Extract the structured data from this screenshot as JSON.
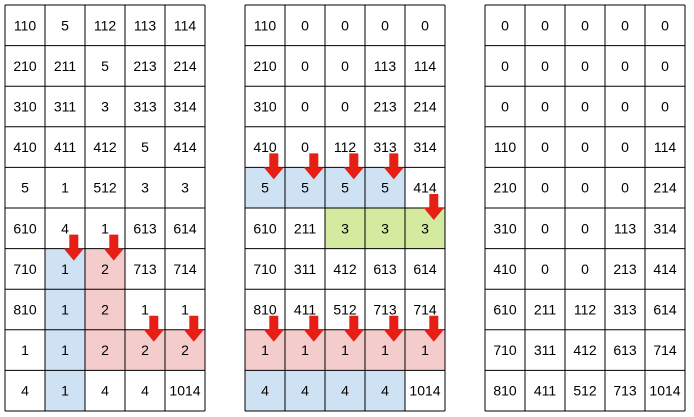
{
  "grids": [
    {
      "name": "left",
      "rows": [
        [
          "110",
          "5",
          "112",
          "113",
          "114"
        ],
        [
          "210",
          "211",
          "5",
          "213",
          "214"
        ],
        [
          "310",
          "311",
          "3",
          "313",
          "314"
        ],
        [
          "410",
          "411",
          "412",
          "5",
          "414"
        ],
        [
          "5",
          "1",
          "512",
          "3",
          "3"
        ],
        [
          "610",
          "4",
          "1",
          "613",
          "614"
        ],
        [
          "710",
          "1",
          "2",
          "713",
          "714"
        ],
        [
          "810",
          "1",
          "2",
          "1",
          "1"
        ],
        [
          "1",
          "1",
          "2",
          "2",
          "2"
        ],
        [
          "4",
          "1",
          "4",
          "4",
          "1014"
        ]
      ],
      "highlights": [
        {
          "row": 6,
          "col": 1,
          "color": "blue"
        },
        {
          "row": 7,
          "col": 1,
          "color": "blue"
        },
        {
          "row": 8,
          "col": 1,
          "color": "blue"
        },
        {
          "row": 9,
          "col": 1,
          "color": "blue"
        },
        {
          "row": 6,
          "col": 2,
          "color": "red"
        },
        {
          "row": 7,
          "col": 2,
          "color": "red"
        },
        {
          "row": 8,
          "col": 2,
          "color": "red"
        },
        {
          "row": 8,
          "col": 3,
          "color": "red"
        },
        {
          "row": 8,
          "col": 4,
          "color": "red"
        }
      ],
      "arrows": [
        [
          6,
          1
        ],
        [
          6,
          2
        ],
        [
          8,
          3
        ],
        [
          8,
          4
        ]
      ]
    },
    {
      "name": "middle",
      "rows": [
        [
          "110",
          "0",
          "0",
          "0",
          "0"
        ],
        [
          "210",
          "0",
          "0",
          "113",
          "114"
        ],
        [
          "310",
          "0",
          "0",
          "213",
          "214"
        ],
        [
          "410",
          "0",
          "112",
          "313",
          "314"
        ],
        [
          "5",
          "5",
          "5",
          "5",
          "414"
        ],
        [
          "610",
          "211",
          "3",
          "3",
          "3"
        ],
        [
          "710",
          "311",
          "412",
          "613",
          "614"
        ],
        [
          "810",
          "411",
          "512",
          "713",
          "714"
        ],
        [
          "1",
          "1",
          "1",
          "1",
          "1"
        ],
        [
          "4",
          "4",
          "4",
          "4",
          "1014"
        ]
      ],
      "highlights": [
        {
          "row": 4,
          "col": 0,
          "color": "blue"
        },
        {
          "row": 4,
          "col": 1,
          "color": "blue"
        },
        {
          "row": 4,
          "col": 2,
          "color": "blue"
        },
        {
          "row": 4,
          "col": 3,
          "color": "blue"
        },
        {
          "row": 5,
          "col": 2,
          "color": "green"
        },
        {
          "row": 5,
          "col": 3,
          "color": "green"
        },
        {
          "row": 5,
          "col": 4,
          "color": "green"
        },
        {
          "row": 8,
          "col": 0,
          "color": "red"
        },
        {
          "row": 8,
          "col": 1,
          "color": "red"
        },
        {
          "row": 8,
          "col": 2,
          "color": "red"
        },
        {
          "row": 8,
          "col": 3,
          "color": "red"
        },
        {
          "row": 8,
          "col": 4,
          "color": "red"
        },
        {
          "row": 9,
          "col": 0,
          "color": "blue"
        },
        {
          "row": 9,
          "col": 1,
          "color": "blue"
        },
        {
          "row": 9,
          "col": 2,
          "color": "blue"
        },
        {
          "row": 9,
          "col": 3,
          "color": "blue"
        }
      ],
      "arrows": [
        [
          4,
          0
        ],
        [
          4,
          1
        ],
        [
          4,
          2
        ],
        [
          4,
          3
        ],
        [
          5,
          4
        ],
        [
          8,
          0
        ],
        [
          8,
          1
        ],
        [
          8,
          2
        ],
        [
          8,
          3
        ],
        [
          8,
          4
        ]
      ]
    },
    {
      "name": "right",
      "rows": [
        [
          "0",
          "0",
          "0",
          "0",
          "0"
        ],
        [
          "0",
          "0",
          "0",
          "0",
          "0"
        ],
        [
          "0",
          "0",
          "0",
          "0",
          "0"
        ],
        [
          "110",
          "0",
          "0",
          "0",
          "114"
        ],
        [
          "210",
          "0",
          "0",
          "0",
          "214"
        ],
        [
          "310",
          "0",
          "0",
          "113",
          "314"
        ],
        [
          "410",
          "0",
          "0",
          "213",
          "414"
        ],
        [
          "610",
          "211",
          "112",
          "313",
          "614"
        ],
        [
          "710",
          "311",
          "412",
          "613",
          "714"
        ],
        [
          "810",
          "411",
          "512",
          "713",
          "1014"
        ]
      ],
      "highlights": [],
      "arrows": []
    }
  ],
  "colors": {
    "blue": "#cfe2f3",
    "red": "#f4cccc",
    "green": "#d4ea9f",
    "arrow": "#e61e14",
    "border": "#000000",
    "background": "#ffffff"
  }
}
